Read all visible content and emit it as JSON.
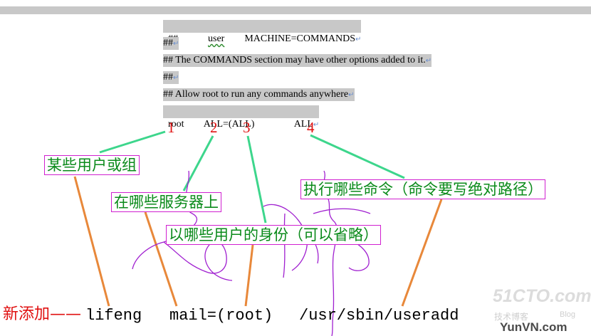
{
  "code_block": {
    "line1": {
      "hash": "##",
      "user": "user",
      "machine": "MACHINE=COMMANDS"
    },
    "line2": "##",
    "line3": "## The COMMANDS section may have other options added to it.",
    "line4": "##",
    "line5": "## Allow root to run any commands anywhere",
    "line6": {
      "root": "root",
      "allall": "ALL=(ALL)",
      "all": "ALL"
    },
    "para_mark": "↵"
  },
  "numbers": [
    "1",
    "2",
    "3",
    "4"
  ],
  "labels": {
    "user_or_group": "某些用户或组",
    "which_servers": "在哪些服务器上",
    "as_which_user": "以哪些用户的身份（可以省略）",
    "which_commands": "执行哪些命令（命令要写绝对路径）"
  },
  "example": {
    "label": "新添加",
    "dash": "——",
    "user": "lifeng",
    "host": "mail=(root)",
    "command": "/usr/sbin/useradd"
  },
  "watermark": {
    "site": "51CTO.com",
    "tag_cn": "技术博客",
    "tag_en": "Blog",
    "domain": "YunVN.com"
  },
  "colors": {
    "annotation_number": "#e01010",
    "label_text": "#0a8a1a",
    "label_border": "#d020d0",
    "green_connector": "#3dd68c",
    "orange_connector": "#e8883a",
    "scribble": "#a020d0",
    "code_highlight": "#c8c8c8"
  }
}
